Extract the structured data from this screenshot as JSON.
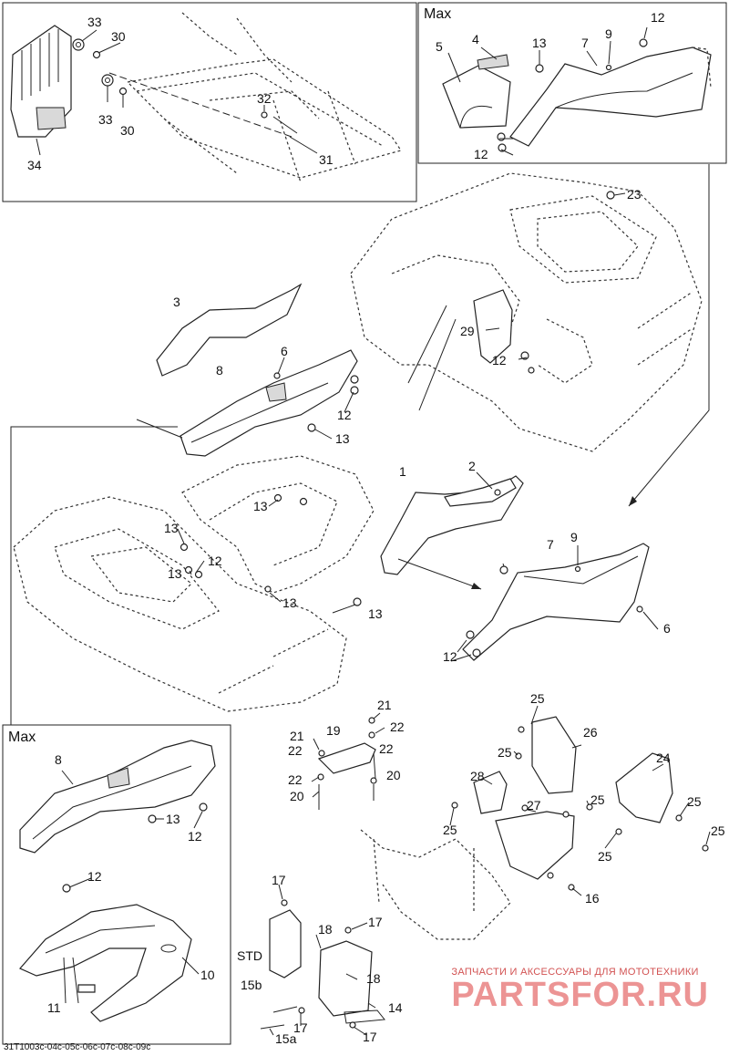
{
  "diagram": {
    "frames": [
      {
        "id": "top-left",
        "title": ""
      },
      {
        "id": "top-right",
        "title": "Max"
      },
      {
        "id": "bottom-left",
        "title": "Max"
      }
    ],
    "callouts": [
      {
        "label": "33"
      },
      {
        "label": "30"
      },
      {
        "label": "33"
      },
      {
        "label": "30"
      },
      {
        "label": "32"
      },
      {
        "label": "31"
      },
      {
        "label": "34"
      },
      {
        "label": "12"
      },
      {
        "label": "5"
      },
      {
        "label": "4"
      },
      {
        "label": "13"
      },
      {
        "label": "7"
      },
      {
        "label": "9"
      },
      {
        "label": "12"
      },
      {
        "label": "23"
      },
      {
        "label": "3"
      },
      {
        "label": "29"
      },
      {
        "label": "12"
      },
      {
        "label": "6"
      },
      {
        "label": "8"
      },
      {
        "label": "12"
      },
      {
        "label": "13"
      },
      {
        "label": "1"
      },
      {
        "label": "2"
      },
      {
        "label": "13"
      },
      {
        "label": "13"
      },
      {
        "label": "12"
      },
      {
        "label": "13"
      },
      {
        "label": "13"
      },
      {
        "label": "13"
      },
      {
        "label": "7"
      },
      {
        "label": "9"
      },
      {
        "label": "6"
      },
      {
        "label": "12"
      },
      {
        "label": "21"
      },
      {
        "label": "22"
      },
      {
        "label": "21"
      },
      {
        "label": "19"
      },
      {
        "label": "22"
      },
      {
        "label": "22"
      },
      {
        "label": "22"
      },
      {
        "label": "20"
      },
      {
        "label": "20"
      },
      {
        "label": "25"
      },
      {
        "label": "26"
      },
      {
        "label": "25"
      },
      {
        "label": "24"
      },
      {
        "label": "28"
      },
      {
        "label": "27"
      },
      {
        "label": "25"
      },
      {
        "label": "25"
      },
      {
        "label": "25"
      },
      {
        "label": "25"
      },
      {
        "label": "25"
      },
      {
        "label": "16"
      },
      {
        "label": "17"
      },
      {
        "label": "17"
      },
      {
        "label": "18"
      },
      {
        "label": "STD"
      },
      {
        "label": "15b"
      },
      {
        "label": "18"
      },
      {
        "label": "14"
      },
      {
        "label": "17"
      },
      {
        "label": "17"
      },
      {
        "label": "15a"
      },
      {
        "label": "8"
      },
      {
        "label": "13"
      },
      {
        "label": "12"
      },
      {
        "label": "12"
      },
      {
        "label": "10"
      },
      {
        "label": "11"
      }
    ]
  },
  "footer": {
    "part_ref": "31T1003c-04c-05c-06c-07c-08c-09c"
  },
  "watermark": {
    "tagline": "ЗАПЧАСТИ И АКСЕССУАРЫ ДЛЯ МОТОТЕХНИКИ",
    "logo": "PARTSFOR.RU"
  }
}
